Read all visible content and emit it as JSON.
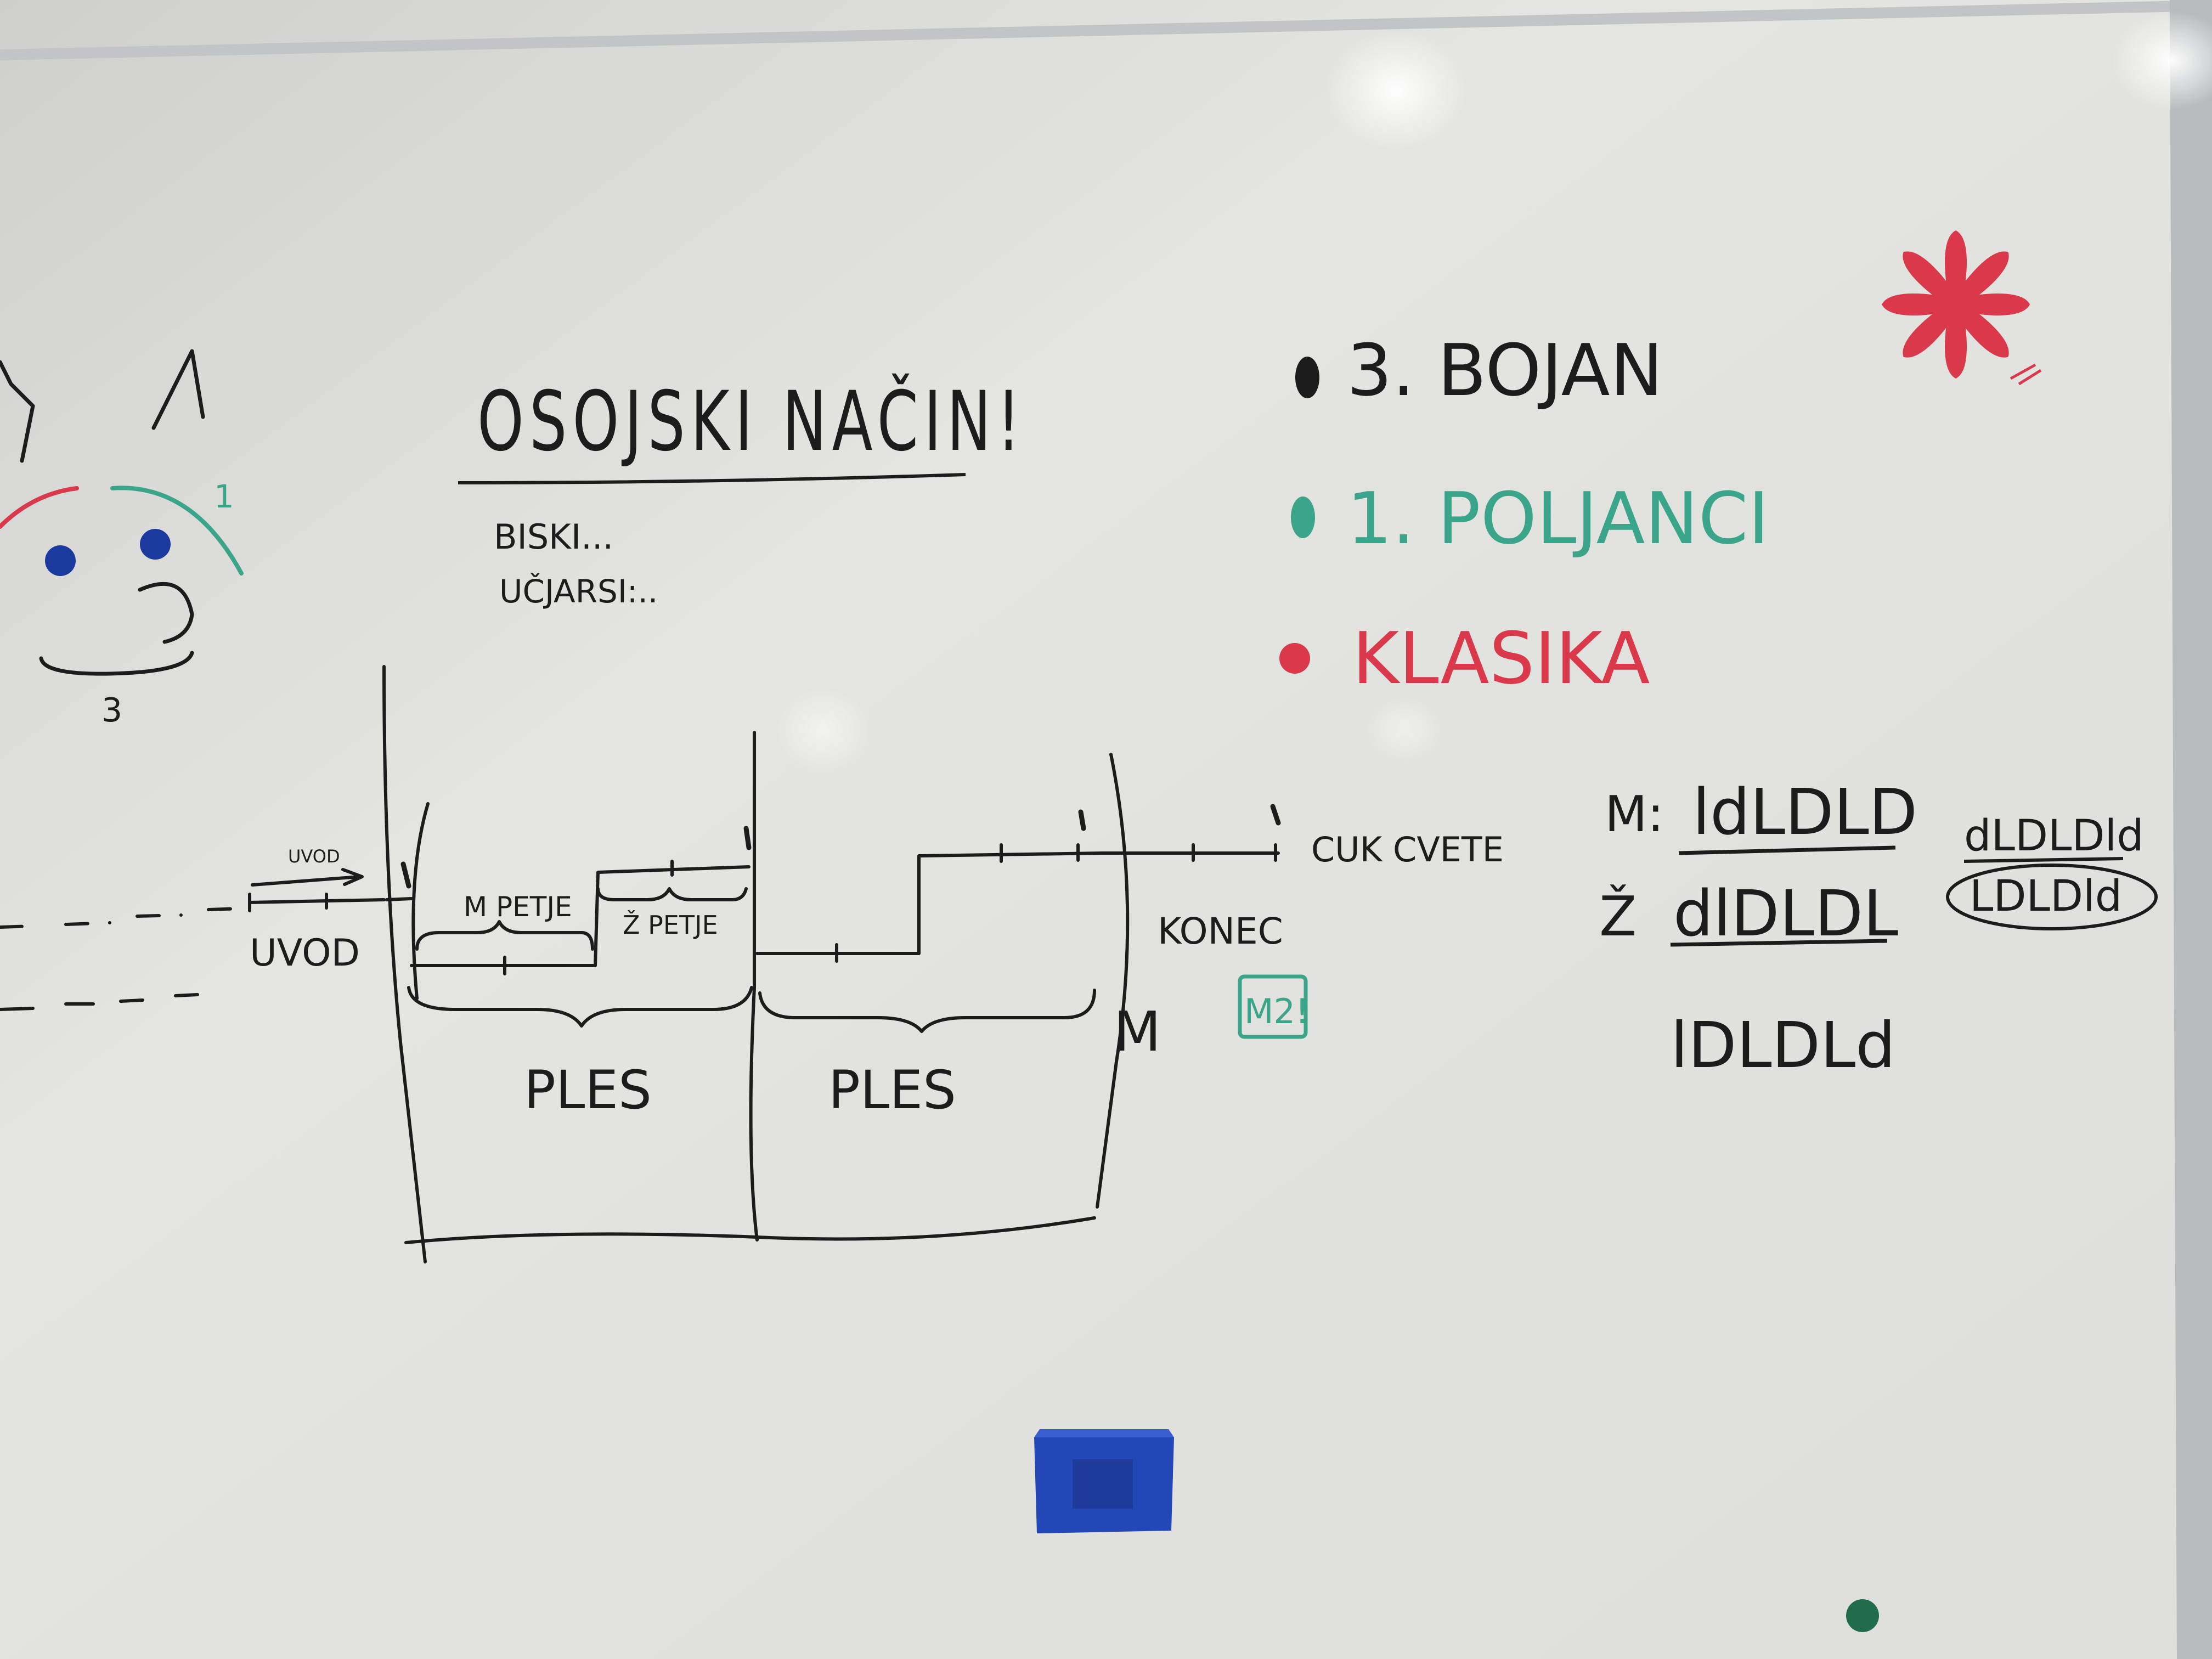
{
  "board": {
    "colors": {
      "surface": "#e6e6e2",
      "frame": "#b9bcbe",
      "ink_black": "#1c1c1c",
      "ink_green": "#3aa58a",
      "ink_red": "#d9394a",
      "magnet_blue": "#1b3a9e",
      "magnet_green": "#1f6b4a",
      "eraser_blue": "#2447b8"
    }
  },
  "title": {
    "text": "OSOJSKI NAČIN!"
  },
  "notes": {
    "line1": "BISKI...",
    "line2": "UČJARSI:.."
  },
  "face": {
    "number_left": "1",
    "number_bottom": "3"
  },
  "list": {
    "items": [
      {
        "text": "3. BOJAN",
        "color": "#1c1c1c"
      },
      {
        "text": "1. POLJANCI",
        "color": "#3aa58a"
      },
      {
        "text": "KLASIKA",
        "color": "#d9394a"
      }
    ]
  },
  "timeline": {
    "uvod_top": "UVOD",
    "uvod": "UVOD",
    "m_petje": "M PETJE",
    "z_petje": "Ž PETJE",
    "ples_1": "PLES",
    "ples_2": "PLES",
    "konec": "KONEC",
    "cuk": "CUK CVETE",
    "m_mark": "M",
    "green_box": "M2!"
  },
  "sequences": {
    "m_label": "M:",
    "m_seq": "ldLDLD",
    "z_label": "Ž",
    "z_seq": "dlDLDL",
    "row3": "lDLDLd",
    "right1": "dLDLDld",
    "right2": "LDLDld"
  },
  "flower": {
    "color": "#d9394a"
  }
}
